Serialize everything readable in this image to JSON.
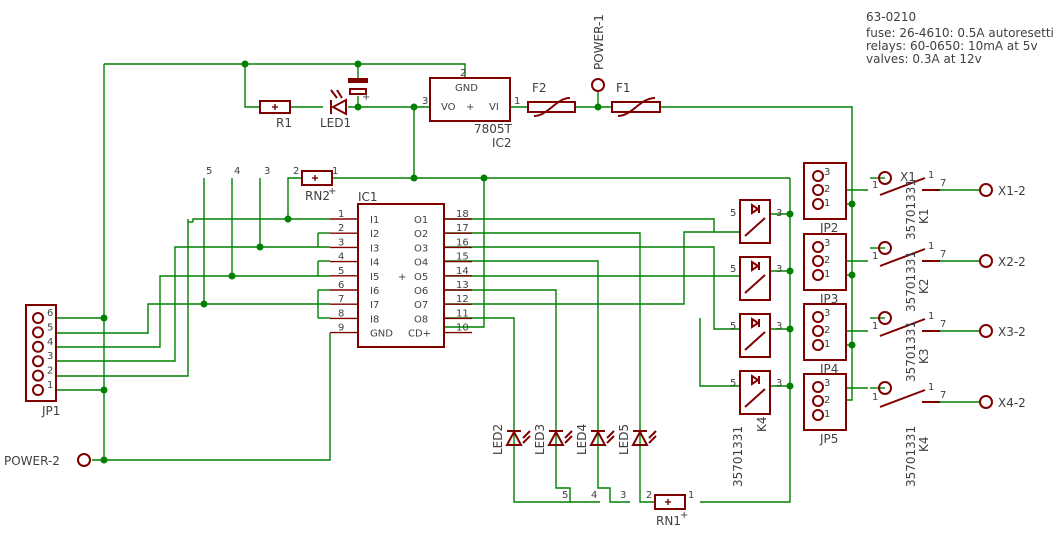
{
  "notes": {
    "line1": "63-0210",
    "line2": "fuse: 26-4610: 0.5A autoresetti",
    "line3": "relays: 60-0650: 10mA at 5v",
    "line4": "valves: 0.3A at 12v"
  },
  "power": {
    "power1": "POWER-1",
    "power2": "POWER-2"
  },
  "parts": {
    "r1": "R1",
    "led1": "LED1",
    "reg_name": "7805T",
    "reg_ref": "IC2",
    "reg_gnd": "GND",
    "reg_vo": "VO",
    "reg_vi": "VI",
    "reg_plus": "+",
    "f1": "F1",
    "f2": "F2",
    "rn1": "RN1",
    "rn2": "RN2",
    "rn_plus": "+",
    "jp1": "JP1",
    "jp2": "JP2",
    "jp3": "JP3",
    "jp4": "JP4",
    "jp5": "JP5",
    "led2": "LED2",
    "led3": "LED3",
    "led4": "LED4",
    "led5": "LED5",
    "x1": "X1",
    "relay_part": "35701331",
    "relay_part_clipped": "35701331",
    "k1": "K1",
    "k2": "K2",
    "k3": "K3",
    "k4": "K4"
  },
  "ic1": {
    "ref": "IC1",
    "plus": "+",
    "left_names": [
      "I1",
      "I2",
      "I3",
      "I4",
      "I5",
      "I6",
      "I7",
      "I8",
      "GND"
    ],
    "left_pins": [
      "1",
      "2",
      "3",
      "4",
      "5",
      "6",
      "7",
      "8",
      "9"
    ],
    "right_names": [
      "O1",
      "O2",
      "O3",
      "O4",
      "O5",
      "O6",
      "O7",
      "O8",
      "CD+"
    ],
    "right_pins": [
      "18",
      "17",
      "16",
      "15",
      "14",
      "13",
      "12",
      "11",
      "10"
    ]
  },
  "pins": {
    "one": "1",
    "two": "2",
    "three": "3",
    "four": "4",
    "five": "5",
    "six": "6",
    "seven": "7"
  },
  "connectors": {
    "x1_2": "X1-2",
    "x2_2": "X2-2",
    "x3_2": "X3-2",
    "x4_2": "X4-2"
  }
}
